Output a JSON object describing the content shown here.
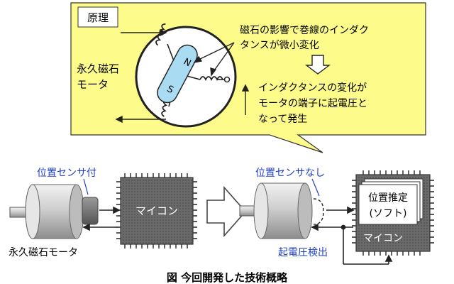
{
  "callout": {
    "heading": "原理",
    "motor_label_1": "永久磁石",
    "motor_label_2": "モータ",
    "pole_n": "N",
    "pole_s": "S",
    "effect_line1": "磁石の影響で巻線のインダク",
    "effect_line2": "タンスが微小変化",
    "result_line1": "インダクタンスの変化が",
    "result_line2": "モータの端子に起電圧と",
    "result_line3": "なって発生",
    "arrow_icon": "down-hollow-arrow-icon"
  },
  "left_system": {
    "sensor_label": "位置センサ付",
    "motor_label": "永久磁石モータ",
    "mcu_label": "マイコン"
  },
  "right_system": {
    "sensor_label": "位置センサなし",
    "estimate_line1": "位置推定",
    "estimate_line2": "(ソフト)",
    "mcu_label": "マイコン",
    "emf_label": "起電圧検出"
  },
  "figure_caption": "図 今回開発した技術概略",
  "colors": {
    "callout_fill": "#fdfb8a",
    "accent_blue": "#1f3fbf",
    "magnet_fill": "#a9dcf2",
    "chip_fill": "#5c5c5c"
  }
}
